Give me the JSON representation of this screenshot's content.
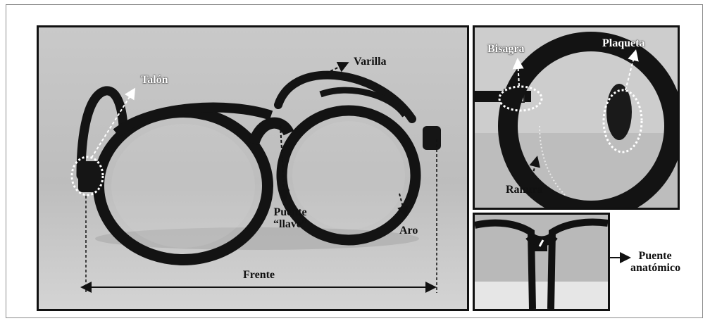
{
  "labels": {
    "talon": "Talón",
    "varilla": "Varilla",
    "puente_llave_line1": "Puente",
    "puente_llave_line2": "“llave”",
    "aro": "Aro",
    "frente": "Frente",
    "bisagra": "Bisagra",
    "plaqueta": "Plaqueta",
    "ranura": "Ranura",
    "puente_anatomico_line1": "Puente",
    "puente_anatomico_line2": "anatómico"
  },
  "colors": {
    "frame_black": "#111111",
    "photo_background": "#cfcfcf",
    "highlight_white": "#ffffff"
  }
}
